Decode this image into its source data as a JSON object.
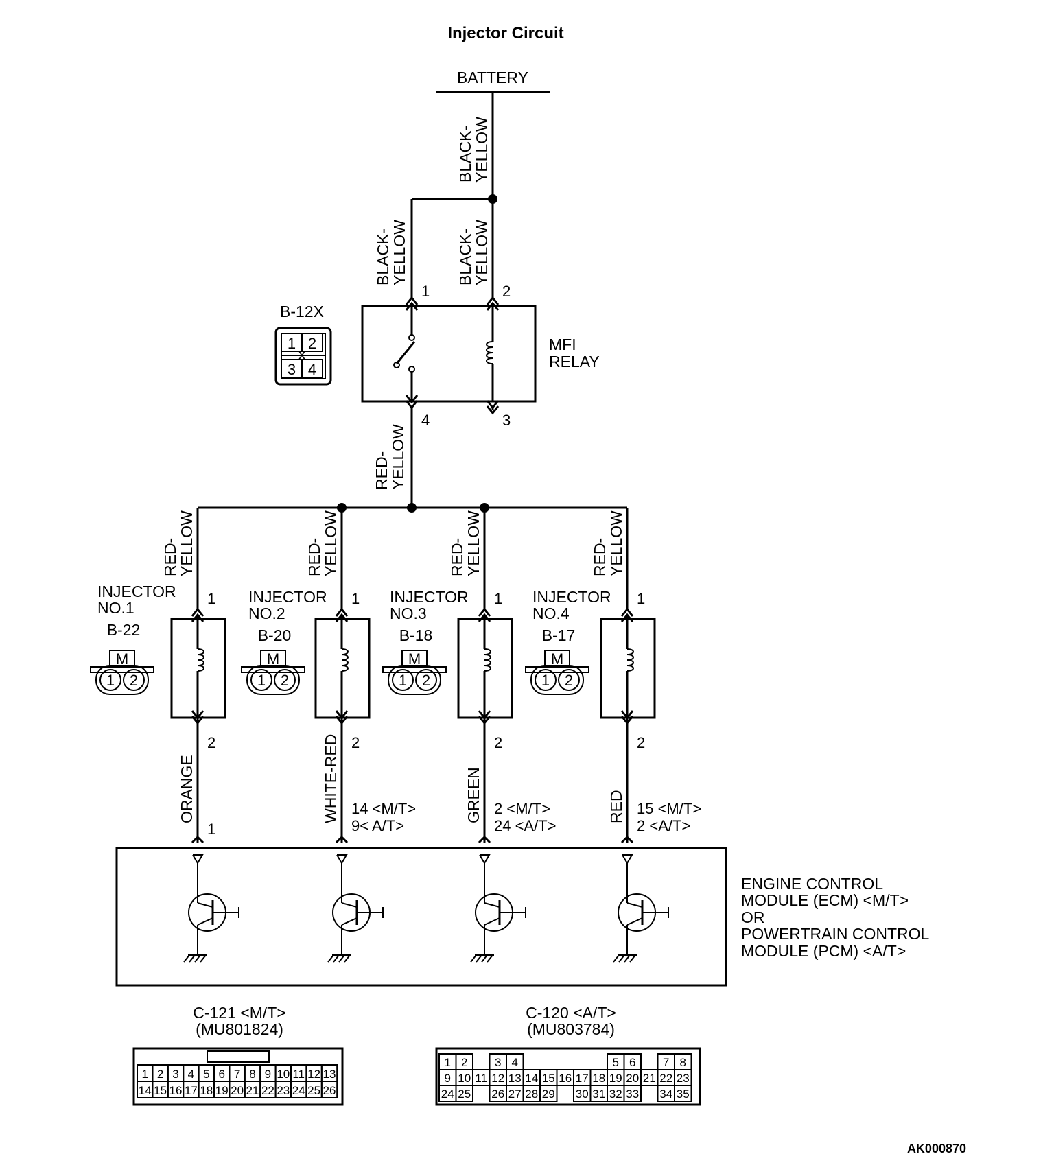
{
  "title": "Injector Circuit",
  "battery": "BATTERY",
  "wires": {
    "black_yellow": [
      "BLACK-",
      "YELLOW"
    ],
    "red_yellow": [
      "RED-",
      "YELLOW"
    ],
    "orange": "ORANGE",
    "white_red": "WHITE-RED",
    "green": "GREEN",
    "red": "RED"
  },
  "relay": {
    "label": [
      "MFI",
      "RELAY"
    ],
    "connector": "B-12X",
    "pins": [
      "1",
      "2",
      "3",
      "4"
    ]
  },
  "injectors": [
    {
      "name": [
        "INJECTOR",
        "NO.1"
      ],
      "connector": "B-22",
      "pin_top": "1",
      "pin_bottom": "2",
      "wire": "ORANGE",
      "ecm_pins": [
        "1"
      ]
    },
    {
      "name": [
        "INJECTOR",
        "NO.2"
      ],
      "connector": "B-20",
      "pin_top": "1",
      "pin_bottom": "2",
      "wire": "WHITE-RED",
      "ecm_pins": [
        "14 <M/T>",
        "9< A/T>"
      ]
    },
    {
      "name": [
        "INJECTOR",
        "NO.3"
      ],
      "connector": "B-18",
      "pin_top": "1",
      "pin_bottom": "2",
      "wire": "GREEN",
      "ecm_pins": [
        "2 <M/T>",
        "24 <A/T>"
      ]
    },
    {
      "name": [
        "INJECTOR",
        "NO.4"
      ],
      "connector": "B-17",
      "pin_top": "1",
      "pin_bottom": "2",
      "wire": "RED",
      "ecm_pins": [
        "15 <M/T>",
        "2 <A/T>"
      ]
    }
  ],
  "injector_connector": {
    "key": "M",
    "pins": [
      "1",
      "2"
    ]
  },
  "ecm_label": [
    "ENGINE CONTROL",
    "MODULE (ECM) <M/T>",
    "OR",
    "POWERTRAIN CONTROL",
    "MODULE (PCM) <A/T>"
  ],
  "connector_c121": {
    "label": [
      "C-121 <M/T>",
      "(MU801824)"
    ],
    "rows": [
      [
        "1",
        "2",
        "3",
        "4",
        "5",
        "6",
        "7",
        "8",
        "9",
        "10",
        "11",
        "12",
        "13"
      ],
      [
        "14",
        "15",
        "16",
        "17",
        "18",
        "19",
        "20",
        "21",
        "22",
        "23",
        "24",
        "25",
        "26"
      ]
    ]
  },
  "connector_c120": {
    "label": [
      "C-120 <A/T>",
      "(MU803784)"
    ],
    "rows": [
      [
        "1",
        "2",
        "",
        "3",
        "4",
        "",
        "",
        "",
        "",
        "",
        "5",
        "6",
        "",
        "7",
        "8"
      ],
      [
        "9",
        "10",
        "11",
        "12",
        "13",
        "14",
        "15",
        "16",
        "17",
        "18",
        "19",
        "20",
        "21",
        "22",
        "23"
      ],
      [
        "24",
        "25",
        "",
        "26",
        "27",
        "28",
        "29",
        "",
        "30",
        "31",
        "32",
        "33",
        "",
        "34",
        "35"
      ]
    ]
  },
  "figure_code": "AK000870"
}
